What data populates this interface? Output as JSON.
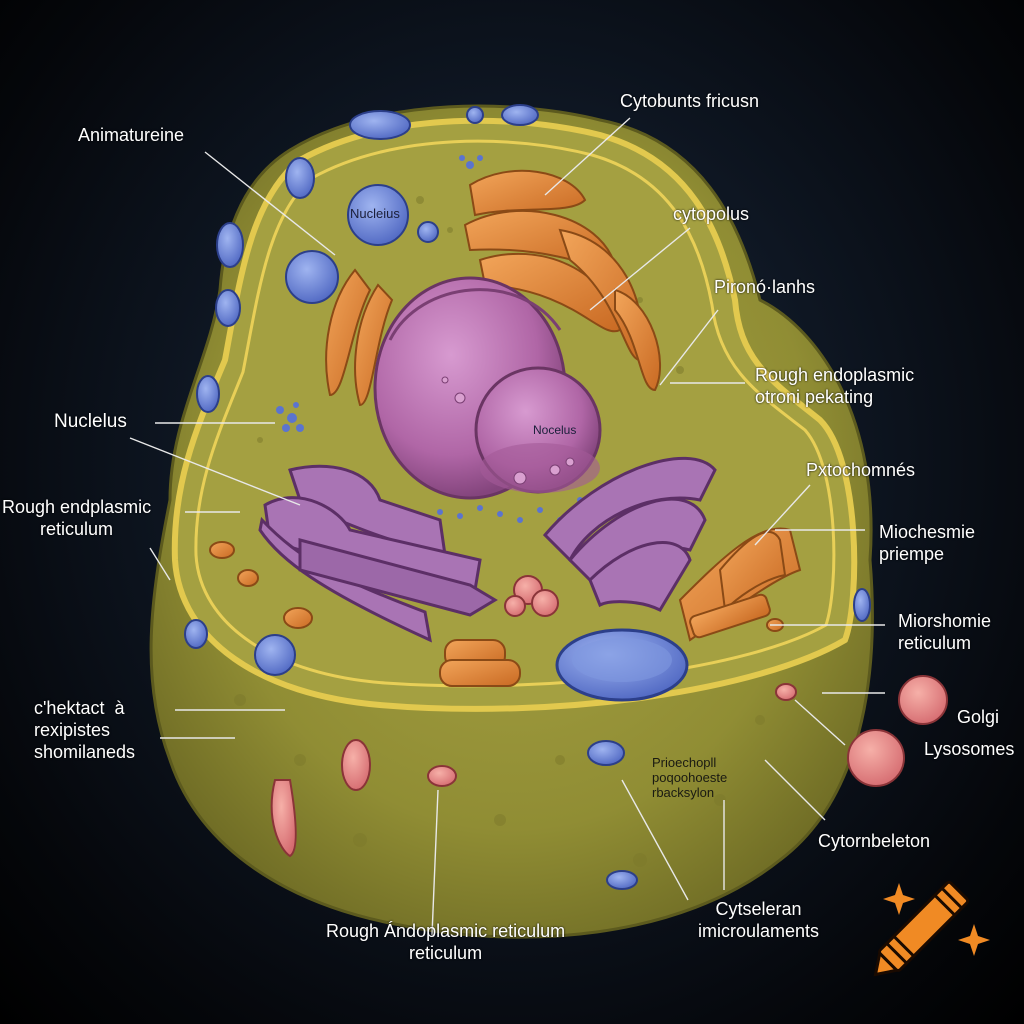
{
  "labels": {
    "animatureine": "Animatureine",
    "cytobunts": "Cytobunts fricusn",
    "cytopolus": "cytopolus",
    "pirono": "Pironó·lanhs",
    "rough_right": "Rough endoplasmic\notroni pekating",
    "nucleius": "Nuclelus",
    "rough_left": "Rough endplasmic\nreticulum",
    "pxtochomnes": "Pxtochomnés",
    "miochesmie": "Miochesmie\npriempe",
    "mioishomie": "Miorshomie\nreticulum",
    "chektact": "c'hektact  à\nrexipistes\nshomilaneds",
    "golgi": "Golgi",
    "lysosomes": "Lysosomes",
    "cytornbeleton": "Cytornbeleton",
    "rough_bottom": "Rough Ándoplasmic reticulum\nreticulum",
    "cytselean": "Cytseleran\nimicroulaments",
    "prioechopll": "Prioechopll\npoqoohoeste\nrbacksylon"
  },
  "inner_labels": {
    "nucleolus_small": "Nucleius",
    "nucleolus_big": "Nocelus"
  },
  "colors": {
    "background": "#05070b",
    "cytoplasm": "#9c9a3a",
    "membrane": "#d8c24a",
    "nucleus": "#b86aa8",
    "er": "#a06ab0",
    "golgi": "#e08a3a",
    "vesicle": "#6a86d8",
    "lysosome": "#e88a8a",
    "crayon": "#f08a24"
  }
}
